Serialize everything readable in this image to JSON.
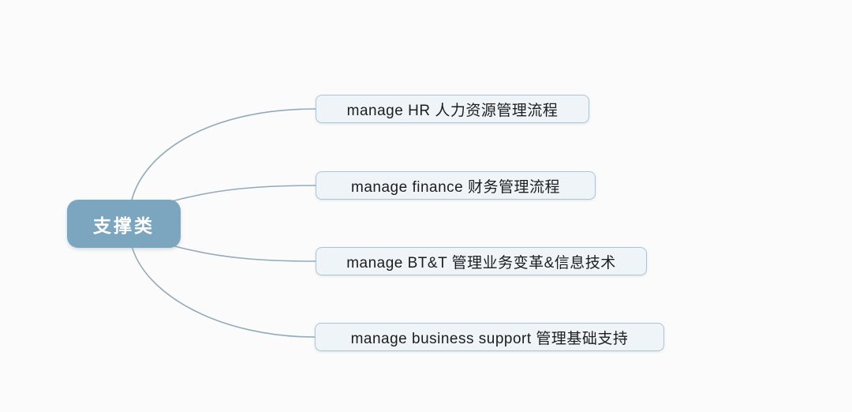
{
  "theme": {
    "bg": "#fbfbfb",
    "root_fill": "#7ca5bf",
    "root_text": "#ffffff",
    "child_fill": "#eff4f8",
    "child_border": "#abc7d7",
    "child_text": "#1d1d1d",
    "connector": "#92abba"
  },
  "mindmap": {
    "root": {
      "label": "支撑类"
    },
    "children": [
      {
        "label": "manage HR 人力资源管理流程"
      },
      {
        "label": "manage finance 财务管理流程"
      },
      {
        "label": "manage BT&T 管理业务变革&信息技术"
      },
      {
        "label": "manage business support 管理基础支持"
      }
    ]
  }
}
